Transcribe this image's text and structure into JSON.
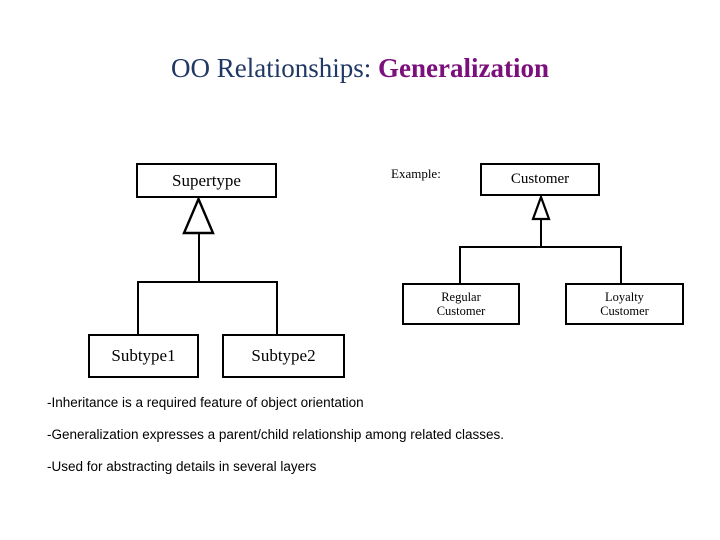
{
  "slide": {
    "title": {
      "main": "OO Relationships: ",
      "accent": "Generalization",
      "main_color": "#1F3864",
      "accent_color": "#7B0F7B"
    },
    "background_color": "#FFFFFF",
    "line_color": "#000000"
  },
  "abstract_diagram": {
    "parent": {
      "label": "Supertype"
    },
    "children": [
      {
        "label": "Subtype1"
      },
      {
        "label": "Subtype2"
      }
    ],
    "generalization_arrow": "hollow-triangle"
  },
  "example_diagram": {
    "caption": "Example:",
    "parent": {
      "label": "Customer"
    },
    "children": [
      {
        "line1": "Regular",
        "line2": "Customer"
      },
      {
        "line1": "Loyalty",
        "line2": "Customer"
      }
    ],
    "generalization_arrow": "hollow-triangle"
  },
  "notes": [
    "-Inheritance is a required feature of object orientation",
    "-Generalization expresses a parent/child relationship among related classes.",
    "-Used for abstracting details in several layers"
  ]
}
